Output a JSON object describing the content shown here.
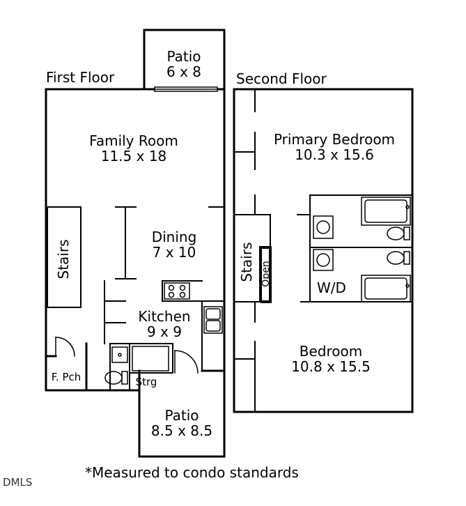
{
  "floors": {
    "first_label": "First Floor",
    "second_label": "Second Floor"
  },
  "rooms": {
    "patio_top": {
      "name": "Patio",
      "dims": "6 x 8"
    },
    "family_room": {
      "name": "Family Room",
      "dims": "11.5 x 18"
    },
    "dining": {
      "name": "Dining",
      "dims": "7 x 10"
    },
    "kitchen": {
      "name": "Kitchen",
      "dims": "9 x 9"
    },
    "stairs_first": "Stairs",
    "front_porch": "F. Pch",
    "storage": "Strg",
    "patio_bottom": {
      "name": "Patio",
      "dims": "8.5 x 8.5"
    },
    "primary_bedroom": {
      "name": "Primary Bedroom",
      "dims": "10.3 x 15.6"
    },
    "stairs_second": "Stairs",
    "open": "Open",
    "wd": "W/D",
    "bedroom": {
      "name": "Bedroom",
      "dims": "10.8 x 15.5"
    }
  },
  "footnote": "*Measured to condo standards",
  "watermark": "DMLS"
}
